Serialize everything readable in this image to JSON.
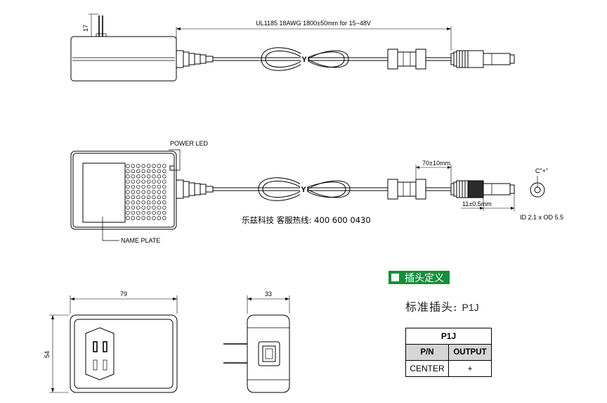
{
  "top_view": {
    "height_dim": "17",
    "cable_spec": "UL1185 18AWG 1800±50mm for 15~48V",
    "tie_label": "Y"
  },
  "side_view": {
    "power_led_label": "POWER LED",
    "name_plate_label": "NAME PLATE",
    "tie_label": "Y",
    "ferrite_dim": "70±10mm",
    "tip_dim": "11±0.5mm",
    "polarity_label": "C\"+\"",
    "jack_size": "ID 2.1 x OD 5.5"
  },
  "contact_line": "乐兹科技 客服热线:  400 600 0430",
  "front_view": {
    "width_dim": "79",
    "height_dim": "54"
  },
  "end_view": {
    "width_dim": "33"
  },
  "plug_section": {
    "title": "插头定义",
    "standard_label": "标准插头: ",
    "standard_code": "P1J",
    "table": {
      "title": "P1J",
      "headers": [
        "P/N",
        "OUTPUT"
      ],
      "rows": [
        [
          "CENTER",
          "+"
        ]
      ]
    }
  }
}
